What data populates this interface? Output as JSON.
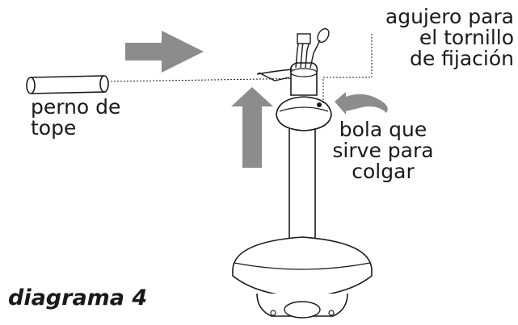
{
  "labels": {
    "screw_hole": [
      "agujero para",
      "el tornillo",
      "de fijación"
    ],
    "stop_bolt": [
      "perno de",
      "tope"
    ],
    "hanging_ball": [
      "bola que",
      "sirve para",
      "colgar"
    ]
  },
  "caption": "diagrama 4",
  "colors": {
    "arrow": "#8c8c8c",
    "line": "#1a1a1a",
    "background": "#ffffff"
  }
}
